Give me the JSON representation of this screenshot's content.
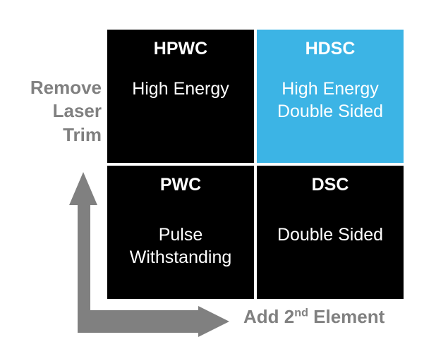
{
  "diagram": {
    "type": "2x2-matrix",
    "title": "",
    "axes": {
      "y_label_lines": [
        "Remove",
        "Laser",
        "Trim"
      ],
      "y_label_text": "Remove Laser Trim",
      "x_label_prefix": "Add 2",
      "x_label_superscript": "nd",
      "x_label_suffix": " Element",
      "x_label_text": "Add 2nd Element",
      "arrow_color": "#808080"
    },
    "colors": {
      "cell_background": "#000000",
      "cell_accent_background": "#3cb4e5",
      "cell_text": "#ffffff",
      "label_text": "#808080",
      "page_background": "#ffffff"
    },
    "cells": [
      {
        "id": "hpwc",
        "position": "top-left",
        "title": "HPWC",
        "body_lines": [
          "High Energy"
        ],
        "highlighted": false
      },
      {
        "id": "hdsc",
        "position": "top-right",
        "title": "HDSC",
        "body_lines": [
          "High Energy",
          "Double Sided"
        ],
        "highlighted": true
      },
      {
        "id": "pwc",
        "position": "bottom-left",
        "title": "PWC",
        "body_lines": [
          "Pulse",
          "Withstanding"
        ],
        "highlighted": false
      },
      {
        "id": "dsc",
        "position": "bottom-right",
        "title": "DSC",
        "body_lines": [
          "Double Sided"
        ],
        "highlighted": false
      }
    ]
  }
}
